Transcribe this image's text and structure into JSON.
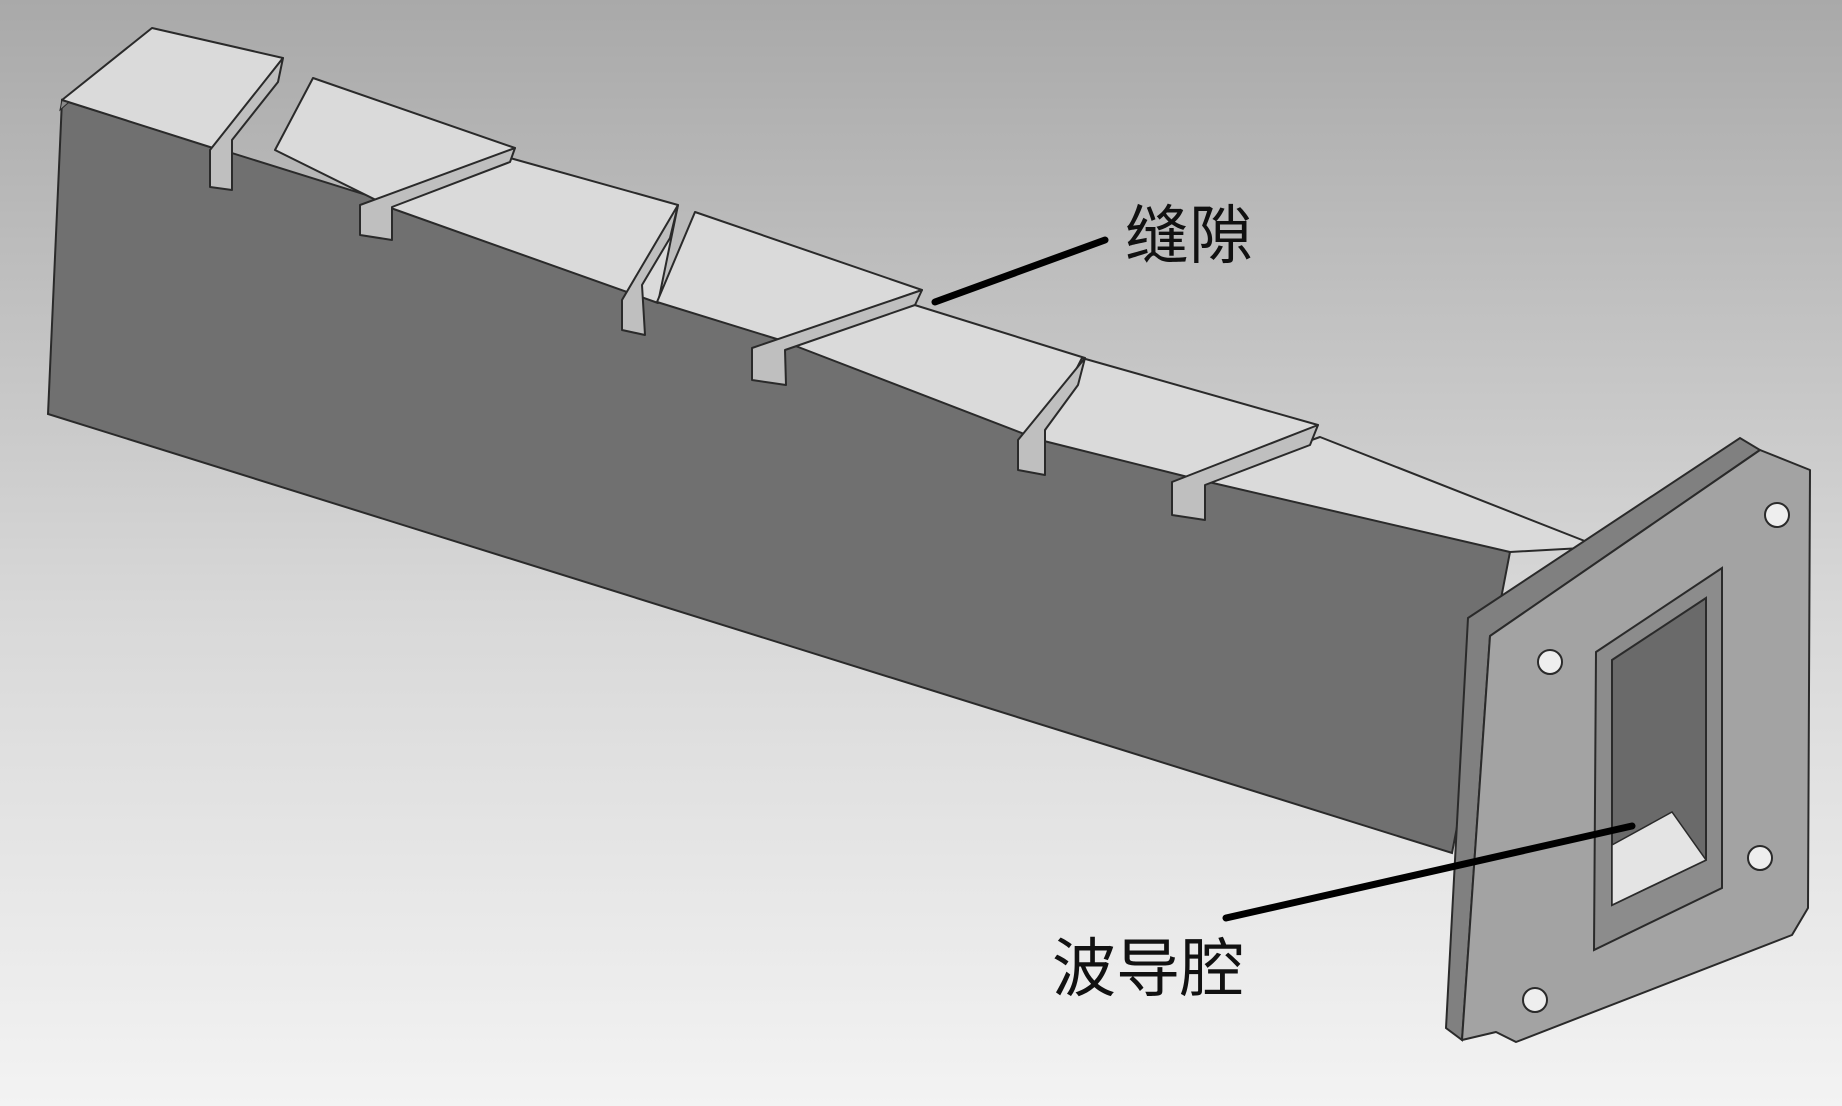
{
  "labels": {
    "slot": "缝隙",
    "cavity": "波导腔"
  },
  "colors": {
    "background_top": "#a9a9a9",
    "background_bottom": "#f3f3f3",
    "side_face": "#707070",
    "top_face": "#dadada",
    "flange_face": "#a3a3a3",
    "flange_edge": "#808080",
    "slot_inner": "#bfbfbf",
    "leader_line": "#000000",
    "outline": "#2a2a2a"
  },
  "icons": {
    "flange_bolt_holes": "circle"
  }
}
